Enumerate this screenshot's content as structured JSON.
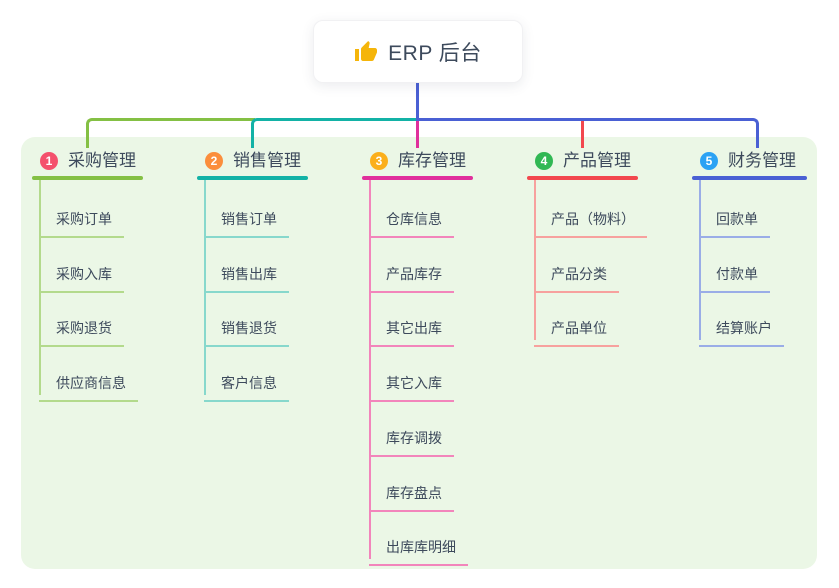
{
  "root": {
    "title": "ERP 后台",
    "icon": "thumbs-up-icon",
    "icon_color": "#f5b50a"
  },
  "canvas": {
    "background": "#ffffff",
    "panel_color": "#ebf7e6",
    "stem_color": "#4a60d4",
    "text_color": "#3d4a5c"
  },
  "branches": [
    {
      "number": "1",
      "title": "采购管理",
      "circle_color": "#f4516c",
      "line_color": "#84c044",
      "child_line_color": "#b3da8c",
      "children": [
        "采购订单",
        "采购入库",
        "采购退货",
        "供应商信息"
      ]
    },
    {
      "number": "2",
      "title": "销售管理",
      "circle_color": "#fb8e3c",
      "line_color": "#13b2a6",
      "child_line_color": "#87d8cc",
      "children": [
        "销售订单",
        "销售出库",
        "销售退货",
        "客户信息"
      ]
    },
    {
      "number": "3",
      "title": "库存管理",
      "circle_color": "#fbaf1b",
      "line_color": "#e0309c",
      "child_line_color": "#f285bb",
      "children": [
        "仓库信息",
        "产品库存",
        "其它出库",
        "其它入库",
        "库存调拨",
        "库存盘点",
        "出库库明细"
      ]
    },
    {
      "number": "4",
      "title": "产品管理",
      "circle_color": "#31b854",
      "line_color": "#f2484e",
      "child_line_color": "#f7a19e",
      "children": [
        "产品（物料）",
        "产品分类",
        "产品单位"
      ]
    },
    {
      "number": "5",
      "title": "财务管理",
      "circle_color": "#2ba2f4",
      "line_color": "#4a60d4",
      "child_line_color": "#9aade7",
      "children": [
        "回款单",
        "付款单",
        "结算账户"
      ]
    }
  ]
}
